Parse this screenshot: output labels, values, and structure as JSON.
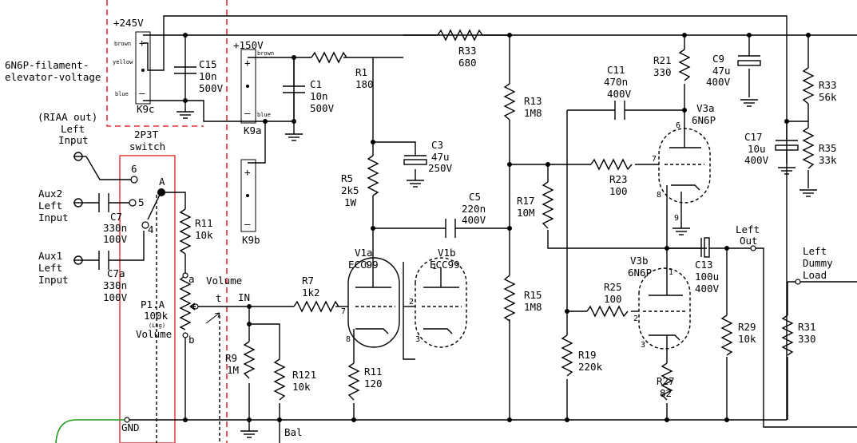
{
  "rails": {
    "b245": "+245V",
    "b150": "+150V",
    "gnd": "GND",
    "bal": "Bal"
  },
  "filament": {
    "l1": "6N6P-filament-",
    "l2": "elevator-voltage"
  },
  "wires": {
    "brown": "brown",
    "yellow": "yellow",
    "blue": "blue"
  },
  "terminals": {
    "k9c": "K9c",
    "k9a": "K9a",
    "k9b": "K9b",
    "plus": "+",
    "minus": "–"
  },
  "inputs": {
    "riaa": "(RIAA out)",
    "left1": "Left",
    "input1": "Input",
    "aux2": "Aux2",
    "left2": "Left",
    "input2": "Input",
    "aux1": "Aux1",
    "left3": "Left",
    "input3": "Input"
  },
  "sw": {
    "l1": "2P3T",
    "l2": "switch",
    "pA": "A",
    "p6": "6",
    "p5": "5",
    "p4": "4"
  },
  "pot": {
    "name": "P1.A",
    "val": "100k",
    "law": "(Log)",
    "label": "Volume",
    "a": "a",
    "b": "b",
    "t": "t",
    "vol": "Volume",
    "in": "IN"
  },
  "parts": {
    "c15": [
      "C15",
      "10n",
      "500V"
    ],
    "c1": [
      "C1",
      "10n",
      "500V"
    ],
    "r1": [
      "R1",
      "180"
    ],
    "r33a": [
      "R33",
      "680"
    ],
    "c11": [
      "C11",
      "470n",
      "400V"
    ],
    "r21": [
      "R21",
      "330"
    ],
    "c9": [
      "C9",
      "47u",
      "400V"
    ],
    "r33b": [
      "R33",
      "56k"
    ],
    "c17": [
      "C17",
      "10u",
      "400V"
    ],
    "r35": [
      "R35",
      "33k"
    ],
    "r13": [
      "R13",
      "1M8"
    ],
    "c3": [
      "C3",
      "47u",
      "250V"
    ],
    "r5": [
      "R5",
      "2k5",
      "1W"
    ],
    "c5": [
      "C5",
      "220n",
      "400V"
    ],
    "r23": [
      "R23",
      "100"
    ],
    "r17": [
      "R17",
      "10M"
    ],
    "c7": [
      "C7",
      "330n",
      "100V"
    ],
    "c7a": [
      "C7a",
      "330n",
      "100V"
    ],
    "r11a": [
      "R11",
      "10k"
    ],
    "r7": [
      "R7",
      "1k2"
    ],
    "r9": [
      "R9",
      "1M"
    ],
    "r121": [
      "R121",
      "10k"
    ],
    "r11b": [
      "R11",
      "120"
    ],
    "r15": [
      "R15",
      "1M8"
    ],
    "r25": [
      "R25",
      "100"
    ],
    "r19": [
      "R19",
      "220k"
    ],
    "r27": [
      "R27",
      "82"
    ],
    "c13": [
      "C13",
      "100u",
      "400V"
    ],
    "r29": [
      "R29",
      "10k"
    ],
    "r31": [
      "R31",
      "330"
    ]
  },
  "tubes": {
    "v1a": [
      "V1a",
      "ECC99"
    ],
    "v1b": [
      "V1b",
      "ECC99"
    ],
    "v3a": [
      "V3a",
      "6N6P"
    ],
    "v3b": [
      "V3b",
      "6N6P"
    ]
  },
  "pins": {
    "p1": "1",
    "p2": "2",
    "p3": "3",
    "p6": "6",
    "p7": "7",
    "p8": "8",
    "p9": "9"
  },
  "outputs": {
    "out1": "Left",
    "out2": "Out",
    "dl1": "Left",
    "dl2": "Dummy",
    "dl3": "Load"
  }
}
